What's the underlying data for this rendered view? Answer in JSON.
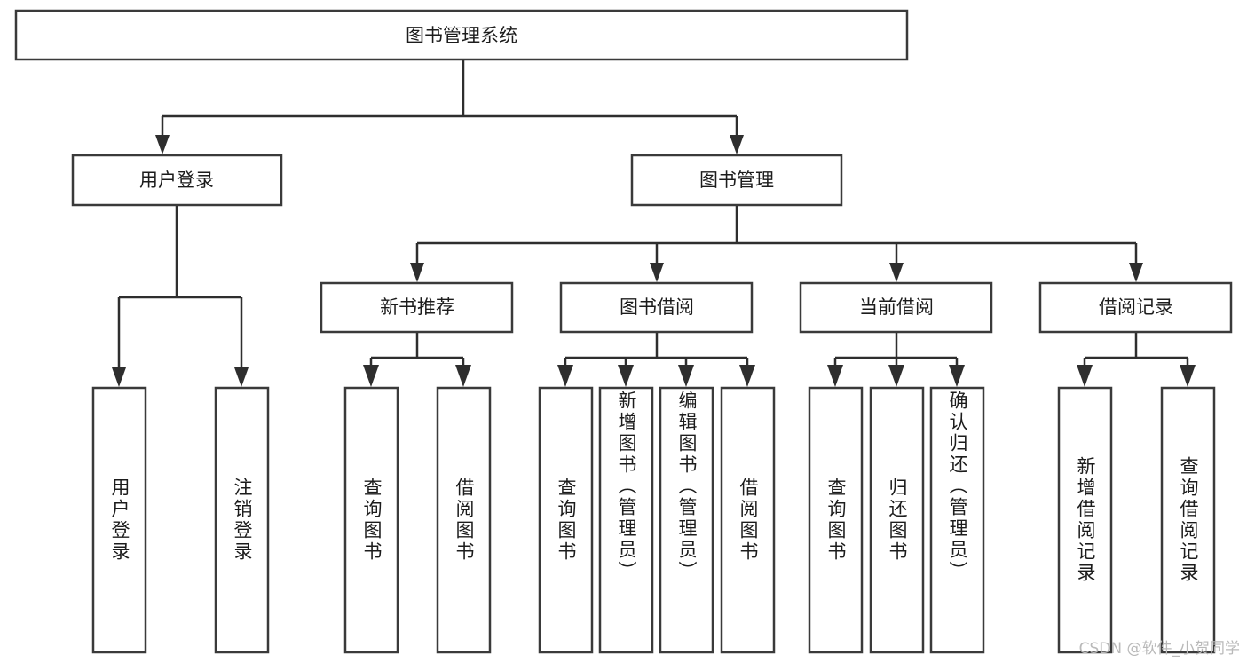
{
  "diagram": {
    "title": "图书管理系统",
    "type": "hierarchy-tree",
    "root": {
      "id": "root",
      "label": "图书管理系统"
    },
    "level2": [
      {
        "id": "user-login",
        "label": "用户登录"
      },
      {
        "id": "book-management",
        "label": "图书管理"
      }
    ],
    "level3": [
      {
        "id": "new-book-recommend",
        "label": "新书推荐",
        "parent": "book-management"
      },
      {
        "id": "book-borrow",
        "label": "图书借阅",
        "parent": "book-management"
      },
      {
        "id": "current-borrow",
        "label": "当前借阅",
        "parent": "book-management"
      },
      {
        "id": "borrow-record",
        "label": "借阅记录",
        "parent": "book-management"
      }
    ],
    "leaves": [
      {
        "id": "leaf-user-login",
        "label": "用户登录",
        "parent": "user-login"
      },
      {
        "id": "leaf-user-logout",
        "label": "注销登录",
        "parent": "user-login"
      },
      {
        "id": "leaf-query-book-1",
        "label": "查询图书",
        "parent": "new-book-recommend"
      },
      {
        "id": "leaf-borrow-book-1",
        "label": "借阅图书",
        "parent": "new-book-recommend"
      },
      {
        "id": "leaf-query-book-2",
        "label": "查询图书",
        "parent": "book-borrow"
      },
      {
        "id": "leaf-add-book",
        "label": "新增图书（管理员）",
        "parent": "book-borrow"
      },
      {
        "id": "leaf-edit-book",
        "label": "编辑图书（管理员）",
        "parent": "book-borrow"
      },
      {
        "id": "leaf-borrow-book-2",
        "label": "借阅图书",
        "parent": "book-borrow"
      },
      {
        "id": "leaf-query-book-3",
        "label": "查询图书",
        "parent": "current-borrow"
      },
      {
        "id": "leaf-return-book",
        "label": "归还图书",
        "parent": "current-borrow"
      },
      {
        "id": "leaf-confirm-return",
        "label": "确认归还（管理员）",
        "parent": "current-borrow"
      },
      {
        "id": "leaf-add-record",
        "label": "新增借阅记录",
        "parent": "borrow-record"
      },
      {
        "id": "leaf-query-record",
        "label": "查询借阅记录",
        "parent": "borrow-record"
      }
    ],
    "colors": {
      "box_stroke": "#3a3a3a",
      "edge": "#2e2e2e",
      "text": "#1c1c1c",
      "background": "#ffffff",
      "watermark": "#b9b9b9"
    }
  },
  "watermark": {
    "text": "CSDN @软件_小贺同学"
  }
}
